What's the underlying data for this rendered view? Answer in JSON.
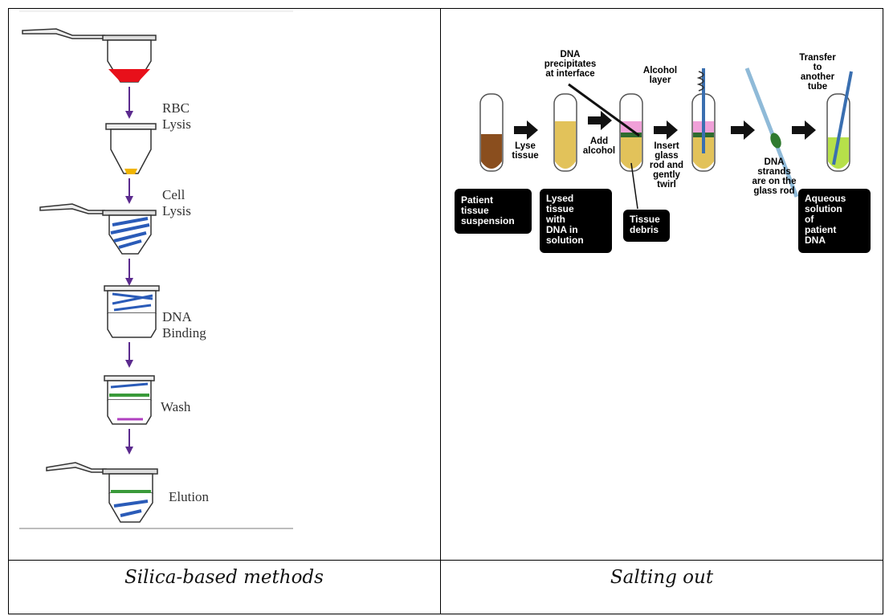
{
  "left_panel": {
    "steps": [
      "RBC",
      "Lysis",
      "Cell",
      "Lysis",
      "DNA",
      "Binding",
      "Wash",
      "Elution"
    ],
    "caption": "Silica-based methods"
  },
  "right_panel": {
    "caption": "Salting out",
    "callouts": {
      "dna_precip": [
        "DNA",
        "precipitates",
        "at interface"
      ],
      "alcohol_layer": [
        "Alcohol",
        "layer"
      ],
      "transfer": [
        "Transfer",
        "to",
        "another",
        "tube"
      ]
    },
    "arrow_labels": {
      "lyse": [
        "Lyse",
        "tissue"
      ],
      "add": [
        "Add",
        "alcohol"
      ],
      "insert": [
        "Insert",
        "glass",
        "rod and",
        "gently",
        "twirl"
      ],
      "strands": [
        "DNA",
        "strands",
        "are on the",
        "glass rod"
      ]
    },
    "boxes": {
      "patient": [
        "Patient",
        "tissue",
        "suspension"
      ],
      "lysed": [
        "Lysed",
        "tissue",
        "with",
        "DNA in",
        "solution"
      ],
      "debris": [
        "Tissue",
        "debris"
      ],
      "aqueous": [
        "Aqueous",
        "solution",
        "of",
        "patient",
        "DNA"
      ]
    }
  },
  "colors": {
    "blood_red": "#e8101a",
    "arrow_purple": "#5b2a8e",
    "brown_suspension": "#8a4e1e",
    "yellow_lysate": "#e2c25a",
    "pink_alcohol": "#f0a0d8",
    "green_solution": "#b6e04a",
    "blue_dna": "#2a5bb8"
  }
}
